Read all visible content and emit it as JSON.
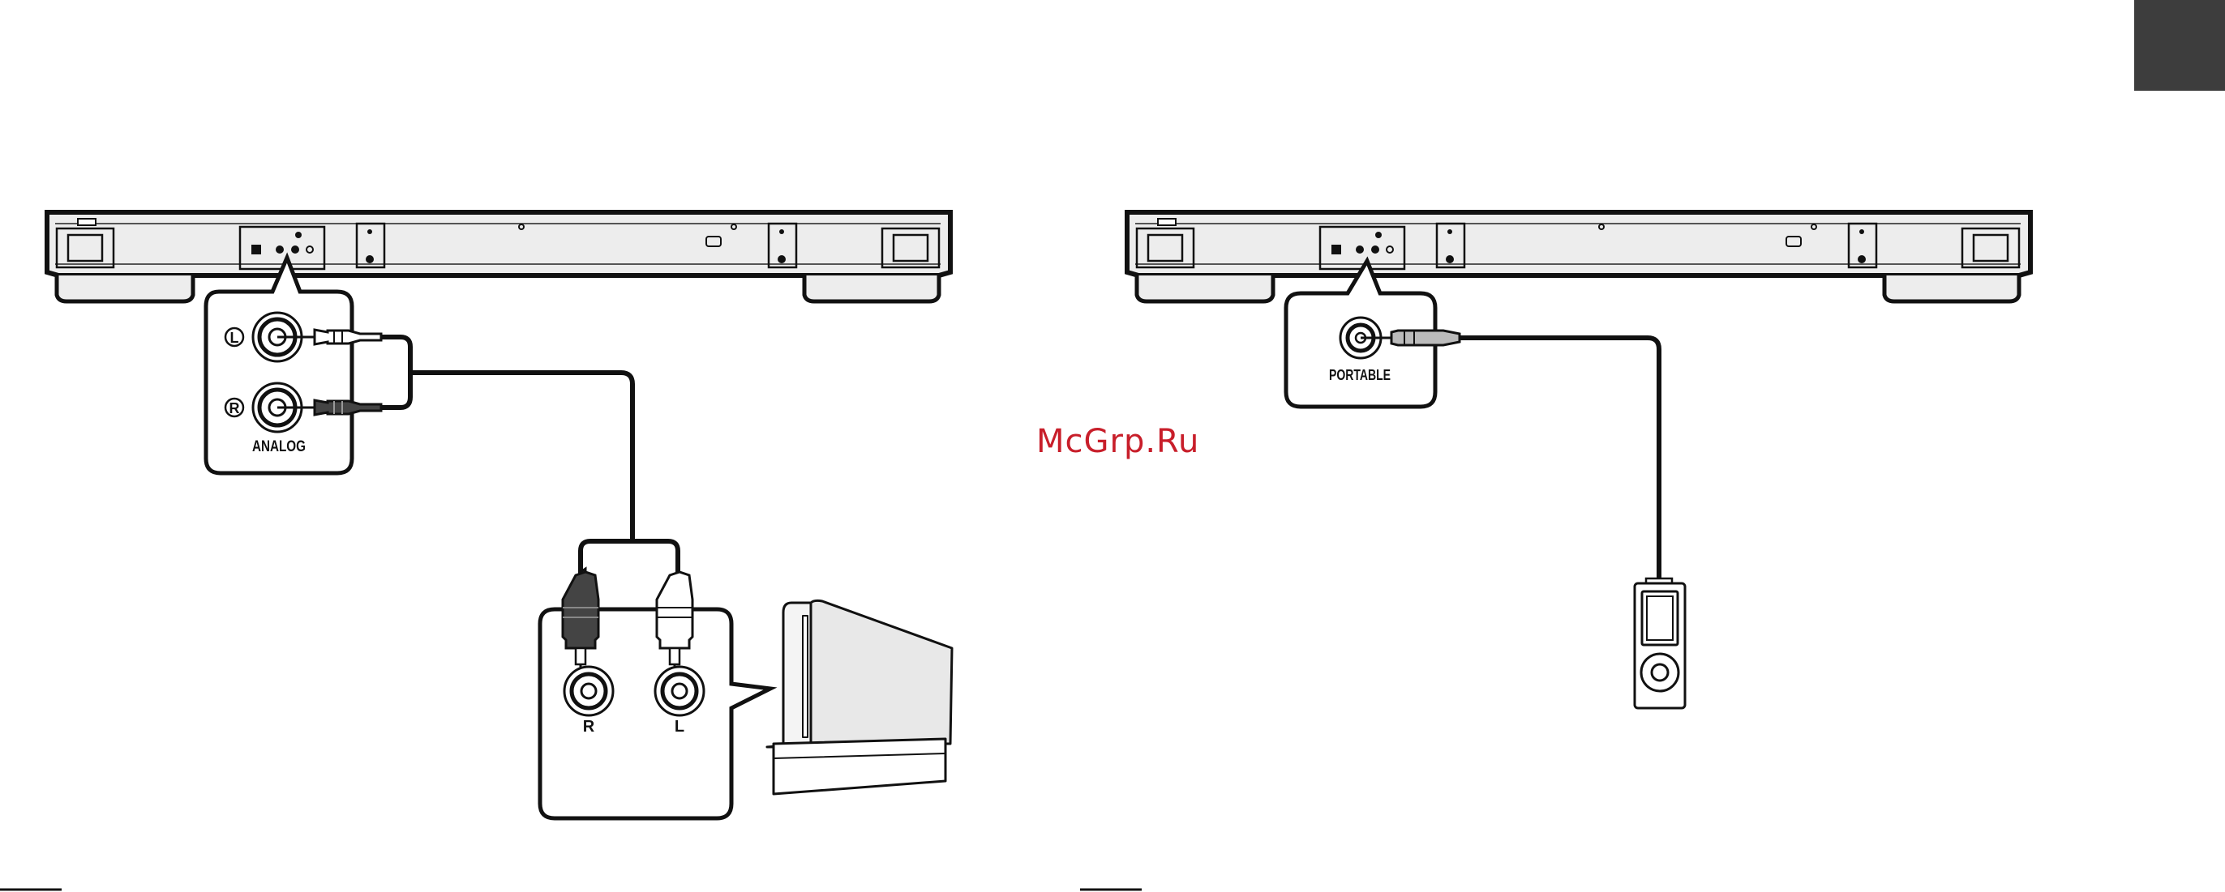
{
  "watermark": "McGrp.Ru",
  "left_panel": {
    "soundbar_ports": {
      "left": "L",
      "right": "R",
      "group": "ANALOG"
    },
    "source_ports": {
      "right": "R",
      "left": "L"
    }
  },
  "right_panel": {
    "soundbar_port": "PORTABLE"
  },
  "colors": {
    "line": "#111111",
    "panel": "#ededed",
    "corner_tab": "#3d3d3d",
    "watermark": "#c81e2a"
  }
}
